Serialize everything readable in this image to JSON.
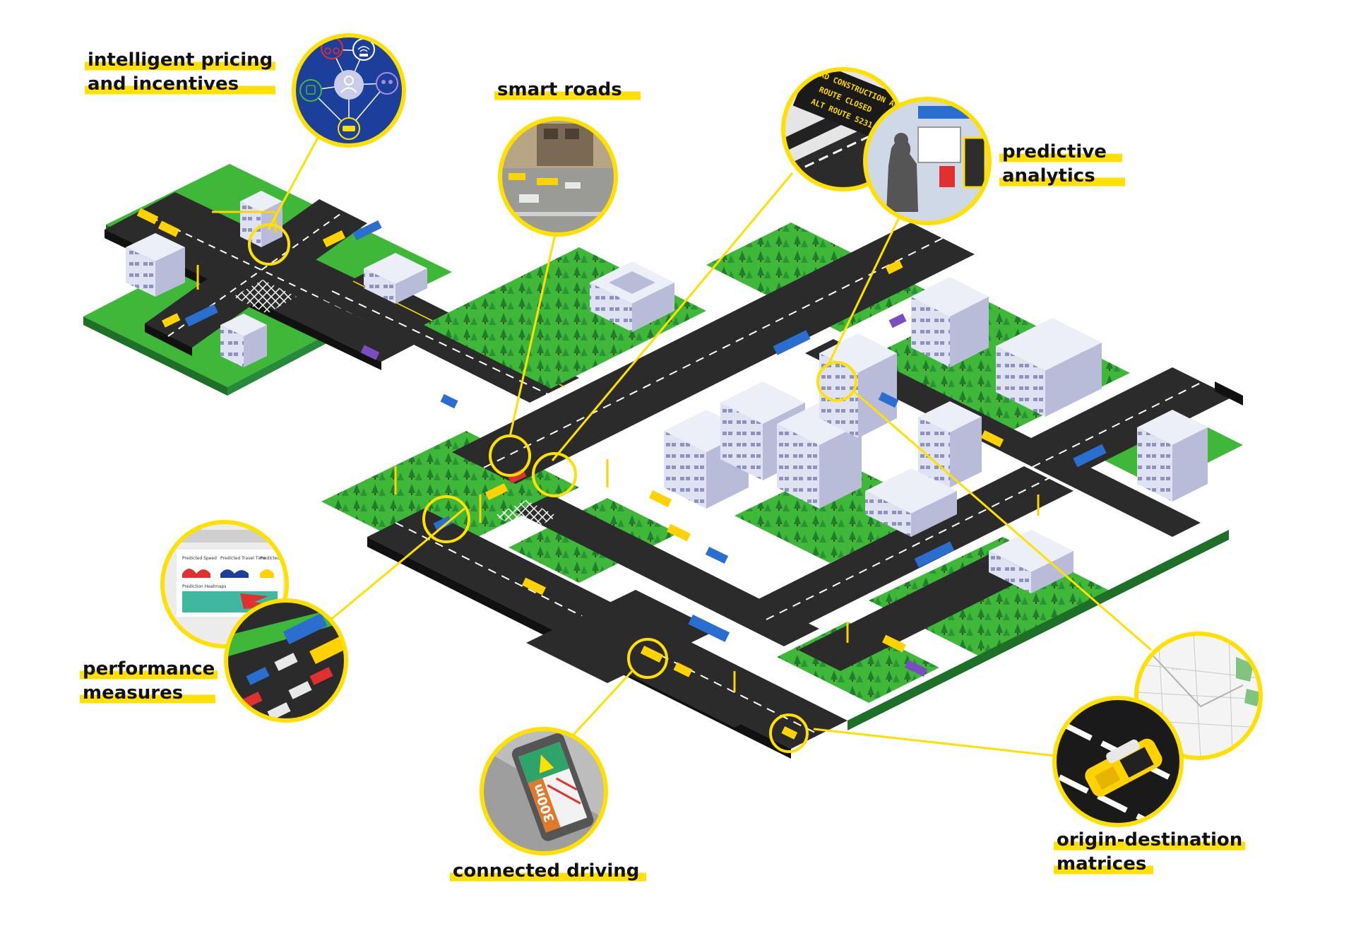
{
  "labels": {
    "pricing_line1": "intelligent pricing",
    "pricing_line2": "and incentives",
    "smart_roads": "smart roads",
    "predictive_line1": "predictive",
    "predictive_line2": "analytics",
    "performance_line1": "performance",
    "performance_line2": "measures",
    "connected_driving": "connected driving",
    "od_line1": "origin-destination",
    "od_line2": "matrices"
  },
  "road_sign": {
    "line1": "ROAD CONSTRUCTION AHEAD",
    "line2": "ROUTE CLOSED",
    "line3": "ALT ROUTE 5231"
  },
  "dashboard": {
    "col1": "Predicted Speed",
    "col2": "Predicted Travel Time",
    "col3": "Predicted",
    "row2": "Prediction Heatmaps"
  },
  "phone": {
    "distance": "300m"
  },
  "colors": {
    "accent": "#ffe000",
    "road": "#2b2b2b",
    "grass": "#3fb83a",
    "tree": "#1f7d2c",
    "building": "#d8dcef",
    "pricing_bg": "#1b3f9b"
  },
  "icons": [
    "person-icon",
    "bike-icon",
    "car-icon",
    "tram-icon",
    "group-icon",
    "taxi-icon",
    "wifi-icon"
  ]
}
